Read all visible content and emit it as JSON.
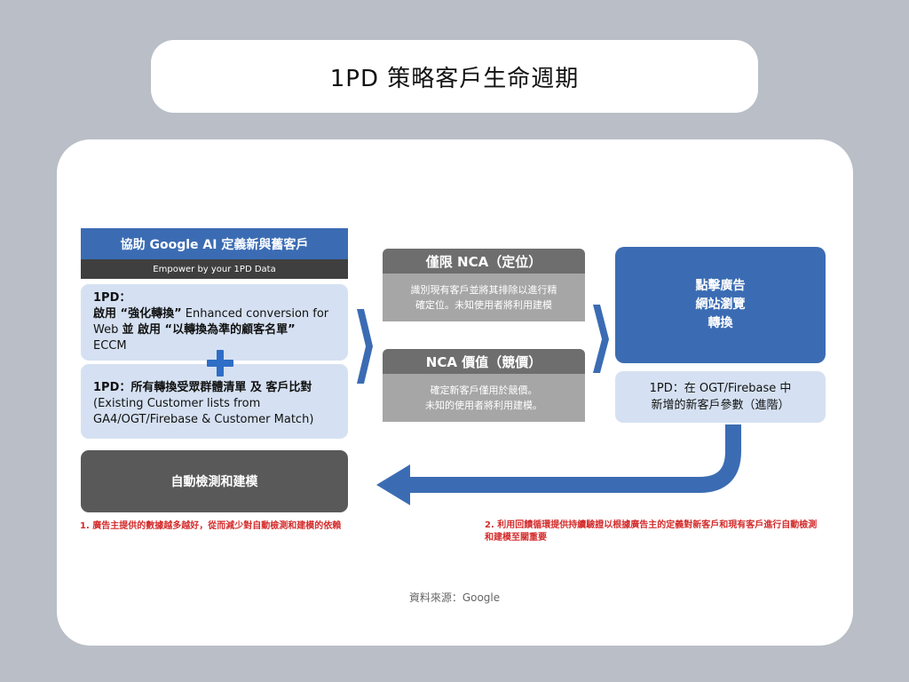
{
  "title": "1PD 策略客戶生命週期",
  "left": {
    "header": "協助 Google AI 定義新與舊客戶",
    "subheader": "Empower by your 1PD Data",
    "box1": {
      "line1": "1PD：",
      "line2_bold_a": "啟用 “強化轉換”",
      "line2_rest": " Enhanced conversion for",
      "line3_plain": "Web ",
      "line3_bold": "並 啟用 “以轉換為準的顧客名單”",
      "line4": "ECCM"
    },
    "box2": {
      "line1": "1PD：所有轉換受眾群體清單 及 客戶比對",
      "line2": "(Existing Customer lists from",
      "line3": "GA4/OGT/Firebase & Customer Match)"
    },
    "auto": "自動檢測和建模"
  },
  "middle": {
    "nca1_title": "僅限 NCA（定位）",
    "nca1_line1": "識別現有客戶並將其排除以進行精",
    "nca1_line2": "確定位。未知使用者將利用建模",
    "nca2_title": "NCA 價值（競價）",
    "nca2_line1": "確定新客戶僅用於競價。",
    "nca2_line2": "未知的使用者將利用建模。"
  },
  "right": {
    "click_line1": "點擊廣告",
    "click_line2": "網站瀏覽",
    "click_line3": "轉換",
    "new_line1": "1PD：在 OGT/Firebase 中",
    "new_line2": "新增的新客戶參數（進階）"
  },
  "notes": {
    "note1": "1. 廣告主提供的數據越多越好，從而減少對自動檢測和建模的依賴",
    "note2": "2. 利用回饋循環提供持續驗證以根據廣告主的定義對新客戶和現有客戶進行自動檢測和建模至關重要"
  },
  "source": "資料來源：Google",
  "colors": {
    "brand_blue": "#3b6cb3",
    "light_blue": "#d5e1f2",
    "dark_gray": "#595959",
    "mid_gray": "#6e6e6e",
    "light_gray": "#a6a6a6",
    "note_red": "#d42b2b",
    "plus_blue": "#2f6ec6"
  }
}
